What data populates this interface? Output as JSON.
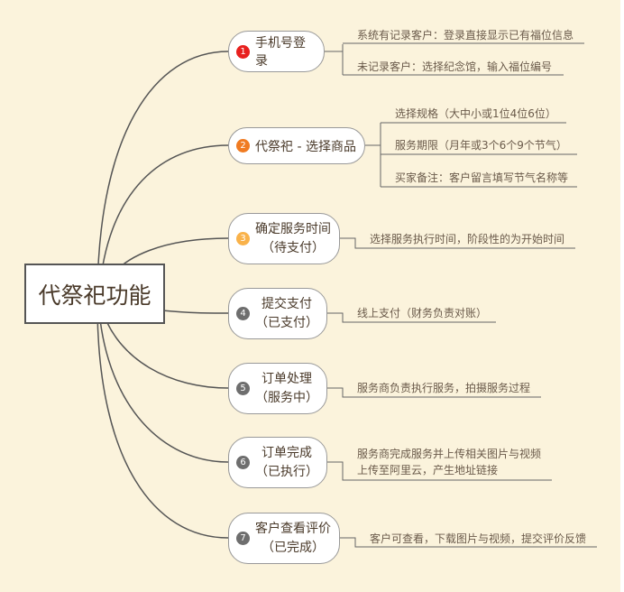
{
  "central": "代祭祀功能",
  "colors": {
    "badge1": "#e8201e",
    "badge2": "#f07b22",
    "badge3": "#f9b24a",
    "badge_gray": "#6e6e6e"
  },
  "nodes": [
    {
      "num": "1",
      "line1": "手机号登录",
      "details": [
        "系统有记录客户：登录直接显示已有福位信息",
        "未记录客户：选择纪念馆，输入福位编号"
      ]
    },
    {
      "num": "2",
      "line1": "代祭祀 - 选择商品",
      "details": [
        "选择规格（大中小或1位4位6位）",
        "服务期限（月年或3个6个9个节气）",
        "买家备注：客户留言填写节气名称等"
      ]
    },
    {
      "num": "3",
      "line1": "确定服务时间",
      "line2": "（待支付）",
      "details": [
        "选择服务执行时间，阶段性的为开始时间"
      ]
    },
    {
      "num": "4",
      "line1": "提交支付",
      "line2": "（已支付）",
      "details": [
        "线上支付（财务负责对账）"
      ]
    },
    {
      "num": "5",
      "line1": "订单处理",
      "line2": "（服务中）",
      "details": [
        "服务商负责执行服务，拍摄服务过程"
      ]
    },
    {
      "num": "6",
      "line1": "订单完成",
      "line2": "（已执行）",
      "details": [
        "服务商完成服务并上传相关图片与视频",
        "上传至阿里云，产生地址链接"
      ]
    },
    {
      "num": "7",
      "line1": "客户查看评价",
      "line2": "（已完成）",
      "details": [
        "客户可查看，下载图片与视频，提交评价反馈"
      ]
    }
  ]
}
